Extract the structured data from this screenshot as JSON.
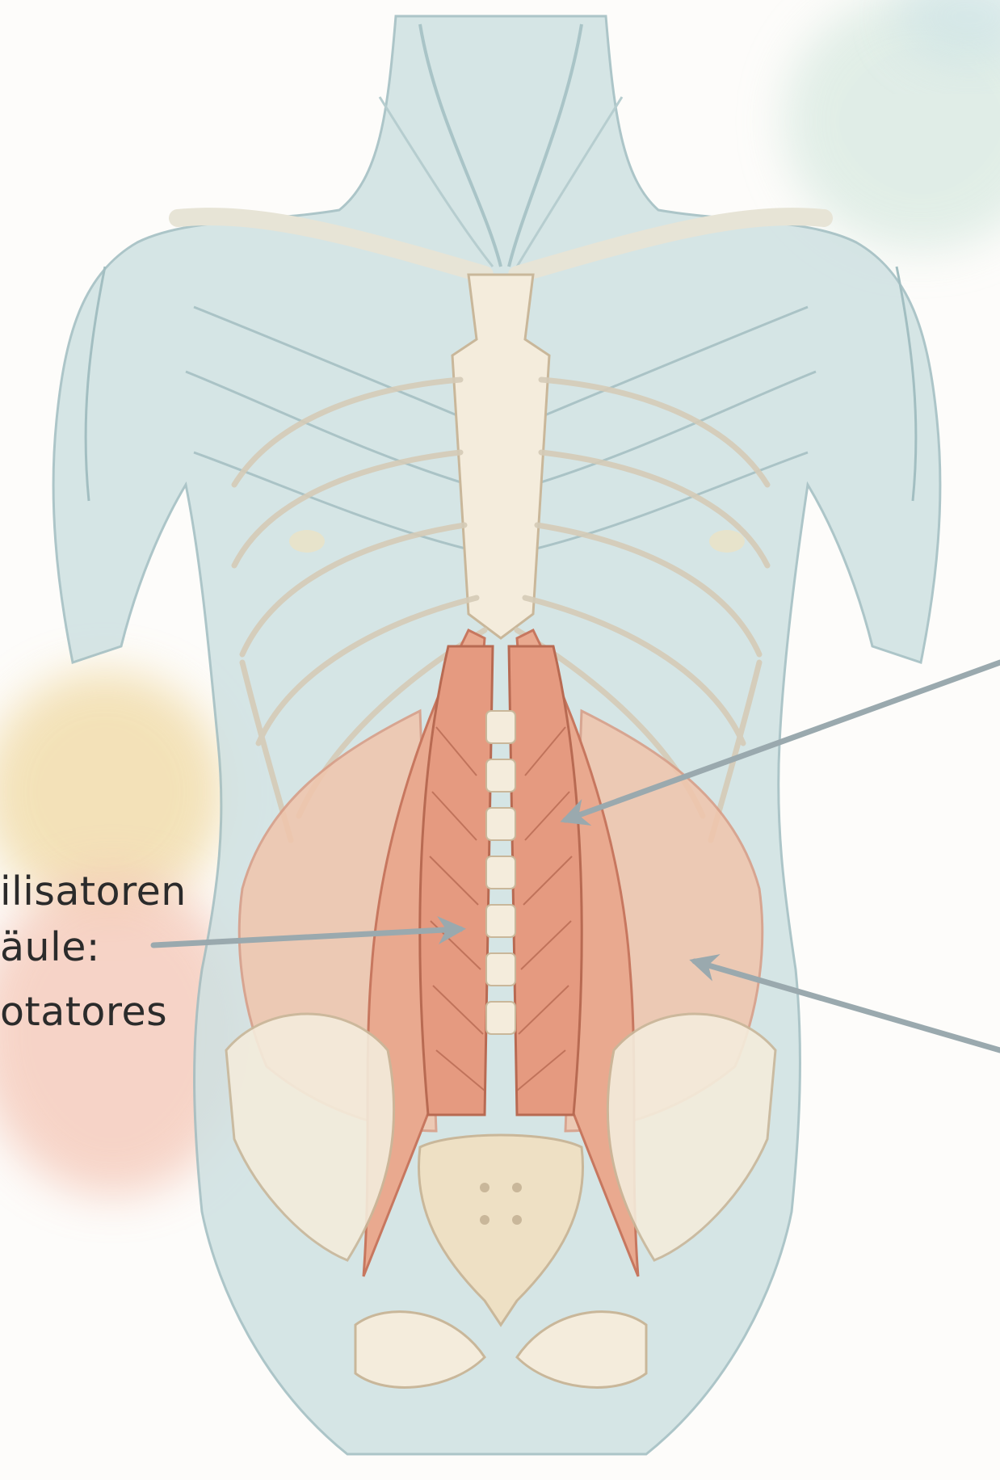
{
  "labels": {
    "line1": "ilisatoren",
    "line2": "äule:",
    "line3": "otatores"
  },
  "colors": {
    "background": "#fdfcfa",
    "fascia": "#cfe1e2",
    "fascia_stroke": "#9fbcc0",
    "bone": "#f4ecdc",
    "bone_stroke": "#c9b79a",
    "muscle": "#e9a98f",
    "muscle_stroke": "#c7775f",
    "arrow": "#9aa9ae",
    "wash_yellow": "#f0d9a2",
    "wash_pink": "#f4c6b6",
    "wash_green": "#d5e8df"
  },
  "icons": {
    "arrow_left_label": "arrow-right-icon",
    "arrow_top_right": "arrow-down-left-icon",
    "arrow_bottom_right": "arrow-up-left-icon"
  }
}
